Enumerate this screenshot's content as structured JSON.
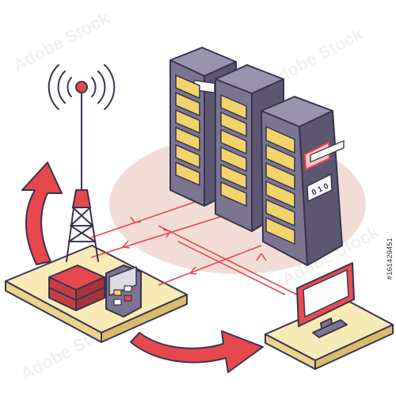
{
  "watermark_text": "Adobe Stock",
  "stock_id": "#161429451",
  "server_panel_label": "0 1 0",
  "colors": {
    "outline": "#3a3350",
    "rack_dark": "#5d5670",
    "rack_mid": "#7c7591",
    "rack_light": "#9a93ad",
    "drive_face": "#f3d36b",
    "drive_side": "#e0b84f",
    "ellipse": "#f2ddd6",
    "platform_top": "#f8eab5",
    "platform_side": "#ead38a",
    "red": "#e5484d",
    "red_dark": "#b9343a",
    "monitor_frame": "#e54e50",
    "screen": "#fbfbfb"
  }
}
